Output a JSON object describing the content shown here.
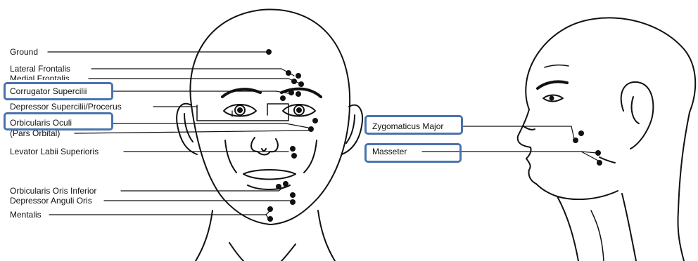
{
  "labels": {
    "ground": "Ground",
    "lateral_frontalis": "Lateral Frontalis",
    "medial_frontalis": "Medial Frontalis",
    "corrugator_supercilii": "Corrugator Supercilii",
    "depressor_supercilii": "Depressor Supercilii/Procerus",
    "orbicularis_oculi": "Orbicularis Oculi",
    "pars_orbital": "(Pars Orbital)",
    "levator_labii": "Levator Labii Superioris",
    "orbicularis_oris": "Orbicularis Oris Inferior",
    "depressor_anguli": "Depressor Anguli Oris",
    "mentalis": "Mentalis",
    "zygomaticus_major": "Zygomaticus Major",
    "masseter": "Masseter"
  },
  "colors": {
    "highlight": "#4a73ad",
    "ink": "#111111"
  }
}
